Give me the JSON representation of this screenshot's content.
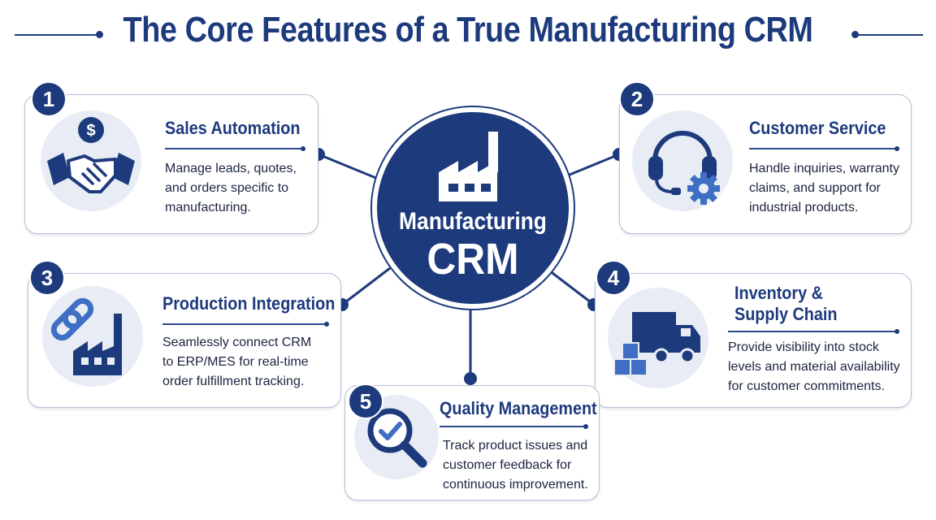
{
  "title": "The Core Features of a True Manufacturing CRM",
  "hub": {
    "line1": "Manufacturing",
    "line2": "CRM"
  },
  "features": [
    {
      "number": "1",
      "title": "Sales Automation",
      "desc": [
        "Manage leads, quotes,",
        "and orders specific to",
        "manufacturing."
      ],
      "icon": "handshake-dollar-icon"
    },
    {
      "number": "2",
      "title": "Customer Service",
      "desc": [
        "Handle inquiries, warranty",
        "claims, and support for",
        "industrial products."
      ],
      "icon": "headset-gear-icon"
    },
    {
      "number": "3",
      "title": "Production Integration",
      "desc": [
        "Seamlessly connect CRM",
        "to ERP/MES for real-time",
        "order fulfillment tracking."
      ],
      "icon": "chain-link-factory-icon"
    },
    {
      "number": "4",
      "title": [
        "Inventory &",
        "Supply Chain"
      ],
      "desc": [
        "Provide visibility into stock",
        "levels and material availability",
        "for customer commitments."
      ],
      "icon": "truck-boxes-icon"
    },
    {
      "number": "5",
      "title": "Quality Management",
      "desc": [
        "Track product issues and",
        "customer feedback for",
        "continuous improvement."
      ],
      "icon": "magnifier-check-icon"
    }
  ],
  "colors": {
    "primary": "#1d3a7d",
    "accent": "#3f6fc4",
    "icon_bg": "#e8edf5",
    "card_border": "#b5c0d4"
  }
}
